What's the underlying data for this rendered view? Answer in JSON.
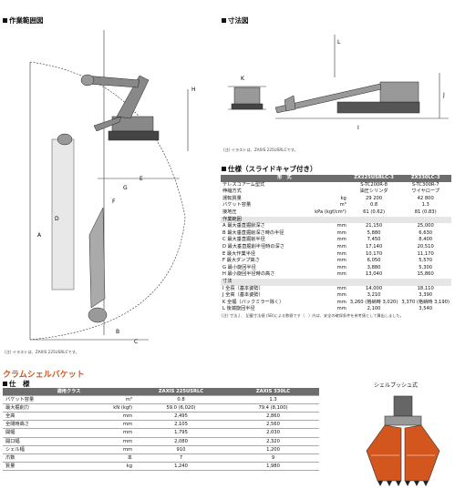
{
  "sections": {
    "work_range": "作業範囲図",
    "dimensions": "寸法図",
    "spec": "仕様（スライドキャブ付き）",
    "crab_title": "クラムシェルバケット",
    "crab_spec": "仕　様",
    "shell_label": "シェルプッシュ式"
  },
  "notes": {
    "dim_note": "(注) イラストは、ZAXIS 225USRLCです。",
    "range_note": "(注) イラストは、ZAXIS 225USRLCです。",
    "spec_note": "(注) 寸法 J 、 記載寸法値 (SB)による数値です（　）内は、安全の確保条件を参考値として算出しました。"
  },
  "diagram_labels": {
    "range": [
      "H",
      "G",
      "F",
      "E",
      "D",
      "A",
      "B",
      "C"
    ],
    "dims": [
      "K",
      "J",
      "L",
      "I"
    ]
  },
  "spec": {
    "header": [
      "形　式",
      "ZX225USRLC-3",
      "ZX330LC-3"
    ],
    "rows": [
      {
        "label": "テレスコアーム型式",
        "unit": "",
        "v1": "S-TC200R-8",
        "v2": "S-TC300R-7"
      },
      {
        "label": "伸縮方式",
        "unit": "",
        "v1": "油圧シリンダ",
        "v2": "ワイヤロープ"
      },
      {
        "label": "運転質量",
        "unit": "kg",
        "v1": "29 200",
        "v2": "42 800"
      },
      {
        "label": "バケット容量",
        "unit": "m³",
        "v1": "0.8",
        "v2": "1.3"
      },
      {
        "label": "接地圧",
        "unit": "kPa (kgf/cm²)",
        "v1": "61 (0.62)",
        "v2": "81 (0.83)"
      },
      {
        "label": "作業範囲",
        "unit": "",
        "v1": "",
        "v2": "",
        "group": true
      },
      {
        "label": "A 最大垂直掘削深さ",
        "unit": "mm",
        "v1": "21,150",
        "v2": "25,000"
      },
      {
        "label": "B 最大垂直掘削深さ時の半径",
        "unit": "mm",
        "v1": "5,880",
        "v2": "6,630"
      },
      {
        "label": "C 最大垂直掘削半径",
        "unit": "mm",
        "v1": "7,450",
        "v2": "8,400"
      },
      {
        "label": "D 最大垂直掘削半径時の深さ",
        "unit": "mm",
        "v1": "17,140",
        "v2": "20,510"
      },
      {
        "label": "E 最大作業半径",
        "unit": "mm",
        "v1": "10,170",
        "v2": "11,170"
      },
      {
        "label": "F 最大ダンプ高さ",
        "unit": "mm",
        "v1": "6,050",
        "v2": "5,570"
      },
      {
        "label": "G 最小旋回半径",
        "unit": "mm",
        "v1": "3,880",
        "v2": "5,300"
      },
      {
        "label": "H 最小旋回半径時の高さ",
        "unit": "mm",
        "v1": "13,040",
        "v2": "15,860"
      },
      {
        "label": "寸法",
        "unit": "",
        "v1": "",
        "v2": "",
        "group": true
      },
      {
        "label": "I 全長（基本姿勢）",
        "unit": "mm",
        "v1": "14,000",
        "v2": "18,110"
      },
      {
        "label": "J 全高（基本姿勢）",
        "unit": "mm",
        "v1": "3,210",
        "v2": "3,390"
      },
      {
        "label": "K 全幅（バックミラー除く）",
        "unit": "mm",
        "v1": "3,260 (格納時 3,020)",
        "v2": "3,370 (格納時 3,190)"
      },
      {
        "label": "L 後端旋回半径",
        "unit": "mm",
        "v1": "2,100",
        "v2": "3,540"
      }
    ]
  },
  "shell": {
    "header": [
      "適用クラス",
      "",
      "ZAXIS 225USRLC",
      "ZAXIS 330LC"
    ],
    "rows": [
      {
        "label": "バケット容量",
        "unit": "m³",
        "v1": "0.8",
        "v2": "1.3"
      },
      {
        "label": "最大掘削力",
        "unit": "kN (kgf)",
        "v1": "59.0 (6,020)",
        "v2": "79.4 (8,100)"
      },
      {
        "label": "全高",
        "unit": "mm",
        "v1": "2,495",
        "v2": "2,860"
      },
      {
        "label": "全閉時高さ",
        "unit": "mm",
        "v1": "2,105",
        "v2": "2,560"
      },
      {
        "label": "開幅",
        "unit": "mm",
        "v1": "1,795",
        "v2": "2,030"
      },
      {
        "label": "開口幅",
        "unit": "mm",
        "v1": "2,080",
        "v2": "2,320"
      },
      {
        "label": "シェル幅",
        "unit": "mm",
        "v1": "910",
        "v2": "1,200"
      },
      {
        "label": "爪数",
        "unit": "本",
        "v1": "7",
        "v2": "9"
      },
      {
        "label": "質量",
        "unit": "kg",
        "v1": "1,240",
        "v2": "1,980"
      }
    ]
  },
  "colors": {
    "orange": "#d2561e",
    "header_gray": "#6d6d6d"
  }
}
